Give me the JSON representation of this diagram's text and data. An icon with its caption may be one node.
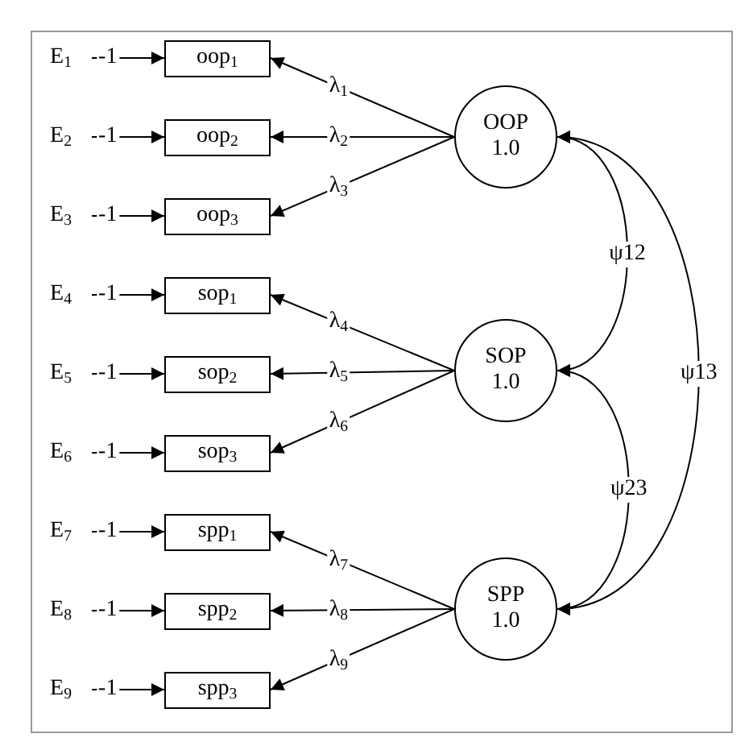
{
  "diagram": {
    "nodes": [
      {
        "text": [
          "E$_{1}$"
        ]
      },
      {
        "text": [
          "oop$_{1}$"
        ]
      },
      {
        "text": [
          "E$_{2}$"
        ]
      },
      {
        "text": [
          "oop$_{2}$"
        ]
      },
      {
        "text": [
          "E$_{3}$"
        ]
      },
      {
        "text": [
          "oop$_{3}$"
        ]
      },
      {
        "text": [
          "E$_{4}$"
        ]
      },
      {
        "text": [
          "sop$_{1}$"
        ]
      },
      {
        "text": [
          "E$_{5}$"
        ]
      },
      {
        "text": [
          "sop$_{2}$"
        ]
      },
      {
        "text": [
          "E$_{6}$"
        ]
      },
      {
        "text": [
          "sop$_{3}$"
        ]
      },
      {
        "text": [
          "E$_{7}$"
        ]
      },
      {
        "text": [
          "spp$_{1}$"
        ]
      },
      {
        "text": [
          "E$_{8}$"
        ]
      },
      {
        "text": [
          "spp$_{2}$"
        ]
      },
      {
        "text": [
          "E$_{9}$"
        ]
      },
      {
        "text": [
          "spp$_{3}$"
        ]
      },
      {
        "text": [
          "OOP",
          "1.0"
        ]
      },
      {
        "text": [
          "SOP",
          "1.0"
        ]
      },
      {
        "text": [
          "SPP",
          "1.0"
        ]
      }
    ],
    "edges": [
      {
        "from": 0,
        "to": 1,
        "arrow": "to",
        "label": "-1"
      },
      {
        "from": 2,
        "to": 3,
        "arrow": "to",
        "label": "-1"
      },
      {
        "from": 4,
        "to": 5,
        "arrow": "to",
        "label": "-1"
      },
      {
        "from": 6,
        "to": 7,
        "arrow": "to",
        "label": "-1"
      },
      {
        "from": 8,
        "to": 9,
        "arrow": "to",
        "label": "-1"
      },
      {
        "from": 10,
        "to": 11,
        "arrow": "to",
        "label": "-1"
      },
      {
        "from": 12,
        "to": 13,
        "arrow": "to",
        "label": "-1"
      },
      {
        "from": 14,
        "to": 15,
        "arrow": "to",
        "label": "-1"
      },
      {
        "from": 16,
        "to": 17,
        "arrow": "to",
        "label": "-1"
      },
      {
        "from": 18,
        "to": 1,
        "arrow": "to",
        "label": "λ$_{1}$"
      },
      {
        "from": 18,
        "to": 3,
        "arrow": "to",
        "label": "λ$_{2}$"
      },
      {
        "from": 18,
        "to": 5,
        "arrow": "to",
        "label": "λ$_{3}$"
      },
      {
        "from": 19,
        "to": 7,
        "arrow": "to",
        "label": "λ$_{4}$"
      },
      {
        "from": 19,
        "to": 9,
        "arrow": "to",
        "label": "λ$_{5}$"
      },
      {
        "from": 19,
        "to": 11,
        "arrow": "to",
        "label": "λ$_{6}$"
      },
      {
        "from": 20,
        "to": 13,
        "arrow": "to",
        "label": "λ$_{7}$"
      },
      {
        "from": 20,
        "to": 15,
        "arrow": "to",
        "label": "λ$_{8}$"
      },
      {
        "from": 20,
        "to": 17,
        "arrow": "to",
        "label": "λ$_{9}$"
      },
      {
        "from": 18,
        "to": 19,
        "arrow": "both",
        "label": "ψ12"
      },
      {
        "from": 19,
        "to": 20,
        "arrow": "both",
        "label": "ψ23"
      },
      {
        "from": 18,
        "to": 20,
        "arrow": "both",
        "label": "ψ13"
      }
    ]
  }
}
